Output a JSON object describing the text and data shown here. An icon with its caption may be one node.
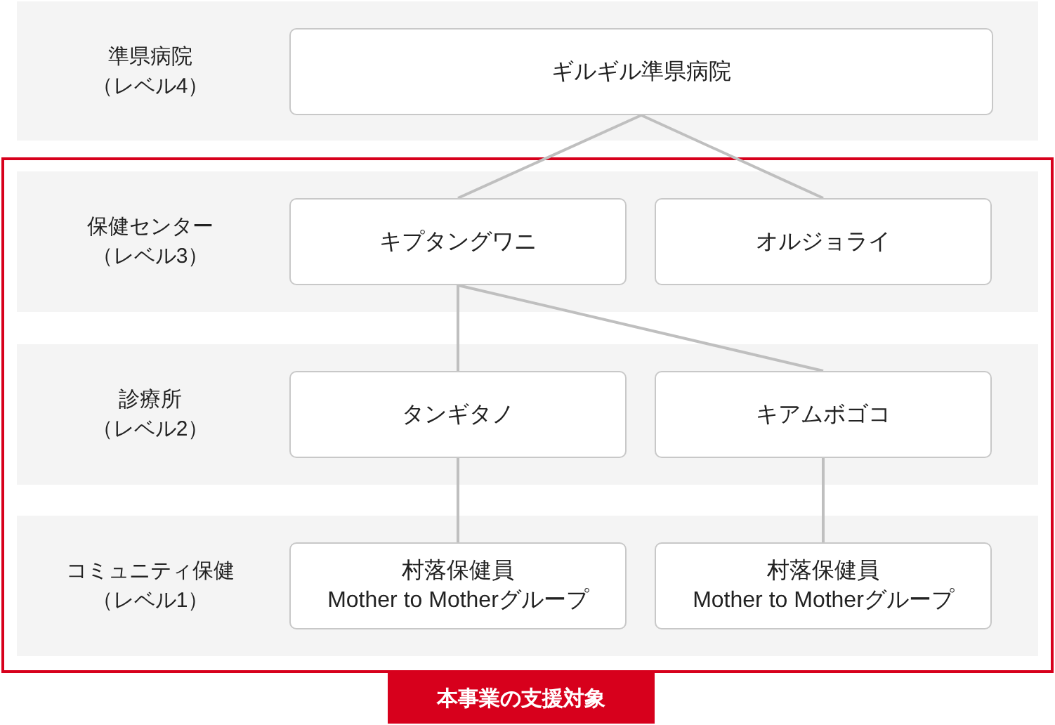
{
  "diagram": {
    "nodes": [
      {
        "text": [
          "準県病院",
          "（レベル4）"
        ]
      },
      {
        "text": [
          "ギルギル準県病院"
        ],
        "in": 0
      },
      {
        "text": [
          "本事業の支援対象"
        ]
      },
      {
        "text": [
          "保健センター",
          "（レベル3）"
        ],
        "in": 2
      },
      {
        "text": [
          "キプタングワニ"
        ],
        "in": 3
      },
      {
        "text": [
          "オルジョライ"
        ],
        "in": 3
      },
      {
        "text": [
          "診療所",
          "（レベル2）"
        ],
        "in": 2
      },
      {
        "text": [
          "タンギタノ"
        ],
        "in": 6
      },
      {
        "text": [
          "キアムボゴコ"
        ],
        "in": 6
      },
      {
        "text": [
          "コミュニティ保健",
          "（レベル1）"
        ],
        "in": 2
      },
      {
        "text": [
          "村落保健員",
          "Mother to Motherグループ"
        ],
        "in": 9
      },
      {
        "text": [
          "村落保健員",
          "Mother to Motherグループ"
        ],
        "in": 9
      }
    ],
    "edges": [
      {
        "from": 1,
        "to": 4,
        "arrow": "none"
      },
      {
        "from": 1,
        "to": 5,
        "arrow": "none"
      },
      {
        "from": 4,
        "to": 7,
        "arrow": "none"
      },
      {
        "from": 4,
        "to": 8,
        "arrow": "none"
      },
      {
        "from": 7,
        "to": 10,
        "arrow": "none"
      },
      {
        "from": 8,
        "to": 11,
        "arrow": "none"
      }
    ]
  }
}
